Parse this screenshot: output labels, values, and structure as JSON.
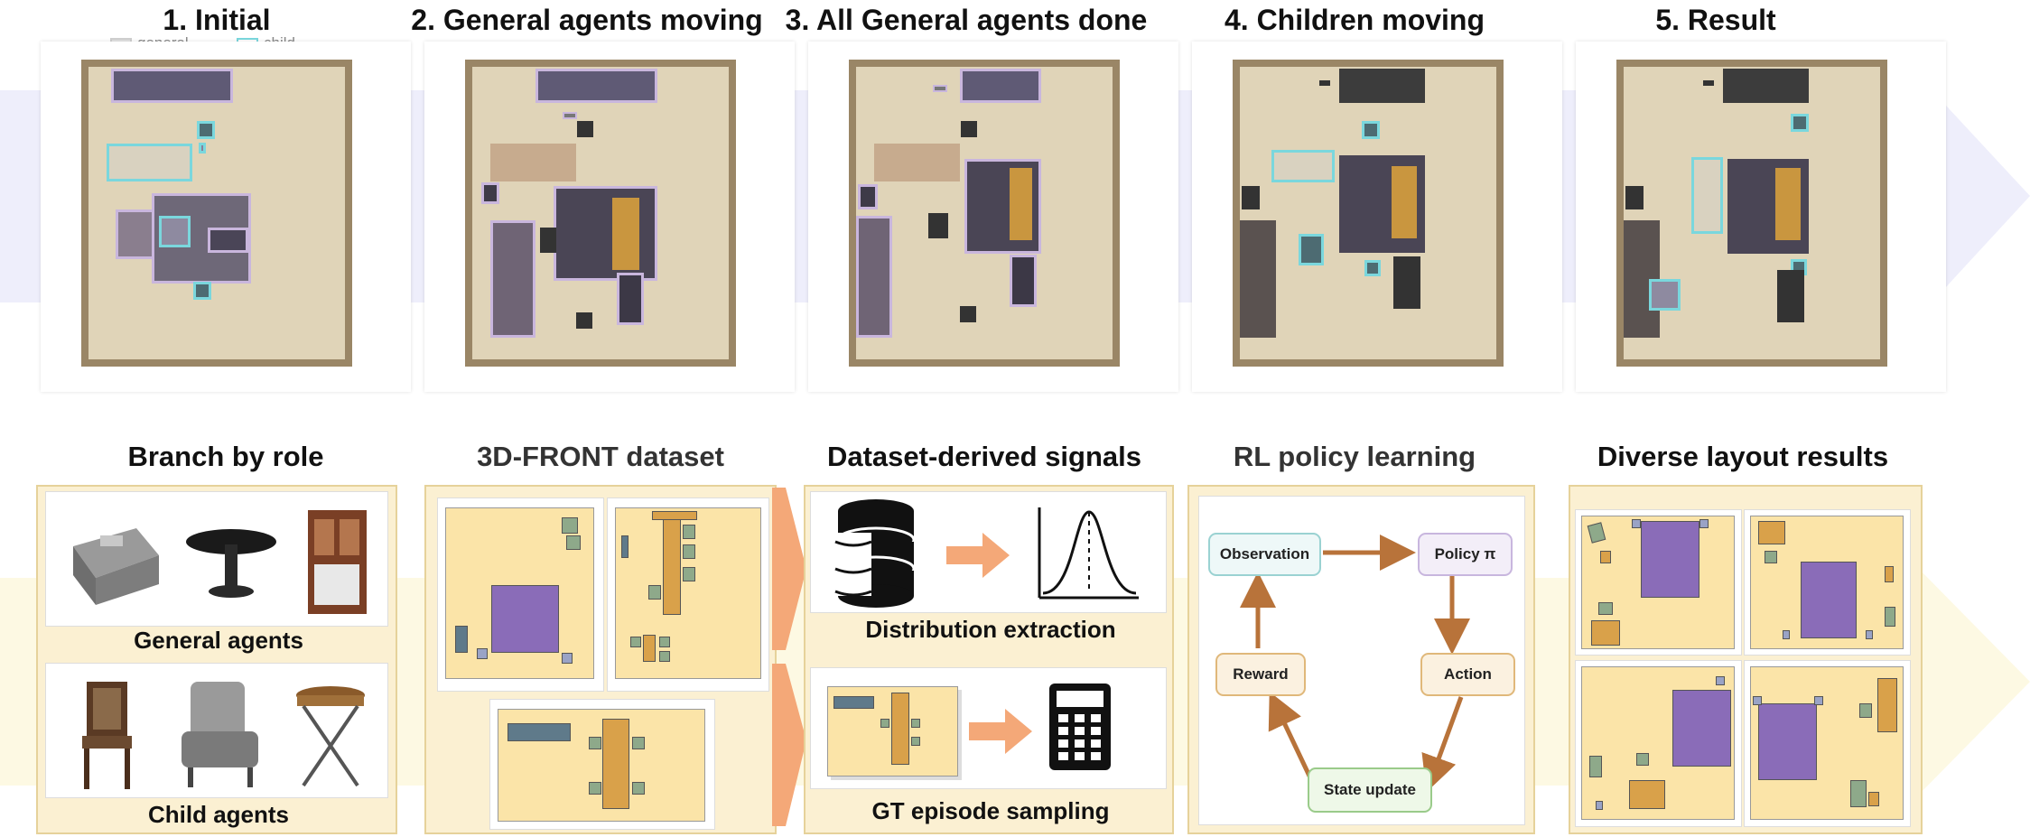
{
  "stages": [
    {
      "title": "1. Initial"
    },
    {
      "title": "2. General agents moving"
    },
    {
      "title": "3. All General agents done"
    },
    {
      "title": "4. Children moving"
    },
    {
      "title": "5. Result"
    }
  ],
  "legend": {
    "general": "general",
    "child": "child"
  },
  "sections": {
    "branch": {
      "title": "Branch by role",
      "general_label": "General agents",
      "child_label": "Child agents"
    },
    "dataset": {
      "title": "3D-FRONT dataset"
    },
    "signals": {
      "title": "Dataset-derived signals",
      "distribution_label": "Distribution extraction",
      "sampling_label": "GT episode sampling"
    },
    "rl": {
      "title": "RL policy learning",
      "observation": "Observation",
      "policy": "Policy π",
      "action": "Action",
      "state_update": "State update",
      "reward": "Reward"
    },
    "results": {
      "title": "Diverse layout results"
    }
  },
  "colors": {
    "general_border": "#c9b6dd",
    "child_border": "#7ad7dd",
    "arrow_orange": "#f4a878",
    "loop_arrow": "#b8733a",
    "panel_fill": "#fbf0d2"
  }
}
